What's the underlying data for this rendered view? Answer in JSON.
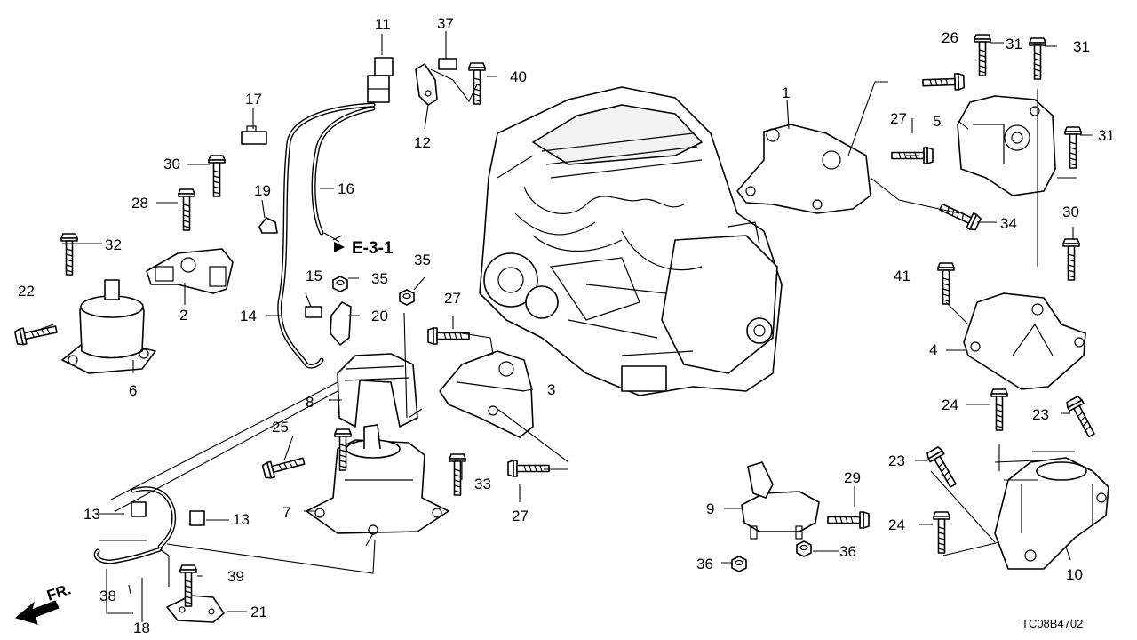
{
  "diagram": {
    "diagram_code": "TC08B4702",
    "reference_label": "E-3-1",
    "front_label": "FR.",
    "callouts": {
      "c1": "1",
      "c2": "2",
      "c3": "3",
      "c4": "4",
      "c5": "5",
      "c6": "6",
      "c7": "7",
      "c8": "8",
      "c9": "9",
      "c10": "10",
      "c11": "11",
      "c12": "12",
      "c13a": "13",
      "c13b": "13",
      "c14": "14",
      "c15": "15",
      "c16": "16",
      "c17": "17",
      "c18": "18",
      "c19": "19",
      "c20": "20",
      "c21": "21",
      "c22": "22",
      "c23a": "23",
      "c23b": "23",
      "c24a": "24",
      "c24b": "24",
      "c25": "25",
      "c26": "26",
      "c27a": "27",
      "c27b": "27",
      "c27c": "27",
      "c28": "28",
      "c29": "29",
      "c30a": "30",
      "c30b": "30",
      "c31a": "31",
      "c31b": "31",
      "c31c": "31",
      "c32": "32",
      "c33": "33",
      "c34": "34",
      "c35a": "35",
      "c35b": "35",
      "c36a": "36",
      "c36b": "36",
      "c37": "37",
      "c38": "38",
      "c39": "39",
      "c40": "40",
      "c41": "41"
    }
  }
}
